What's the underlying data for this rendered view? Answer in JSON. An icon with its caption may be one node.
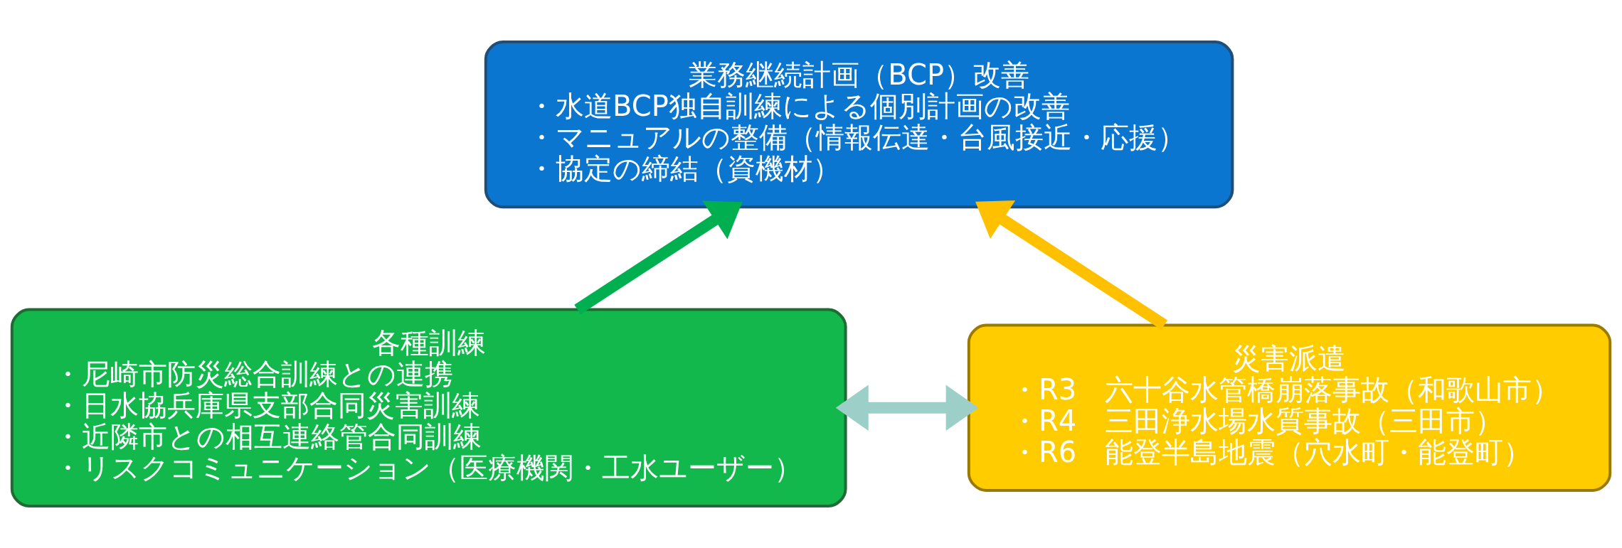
{
  "diagram": {
    "nodes": [
      {
        "text": [
          "業務継続計画（BCP）改善",
          "・水道BCP独自訓練による個別計画の改善",
          "・マニュアルの整備（情報伝達・台風接近・応援）",
          "・協定の締結（資機材）"
        ]
      },
      {
        "text": [
          "各種訓練",
          "・尼崎市防災総合訓練との連携",
          "・日水協兵庫県支部合同災害訓練",
          "・近隣市との相互連絡管合同訓練",
          "・リスクコミュニケーション（医療機関・工水ユーザー）"
        ]
      },
      {
        "text": [
          "災害派遣",
          "・R3　六十谷水管橋崩落事故（和歌山市）",
          "・R4　三田浄水場水質事故（三田市）",
          "・R6　能登半島地震（穴水町・能登町）"
        ]
      }
    ],
    "edges": [
      {
        "from": 1,
        "to": 0,
        "arrow": "to",
        "color": "#00b050"
      },
      {
        "from": 2,
        "to": 0,
        "arrow": "to",
        "color": "#ffc000"
      },
      {
        "from": 1,
        "to": 2,
        "arrow": "both",
        "color": "#9ccfc8"
      }
    ]
  }
}
